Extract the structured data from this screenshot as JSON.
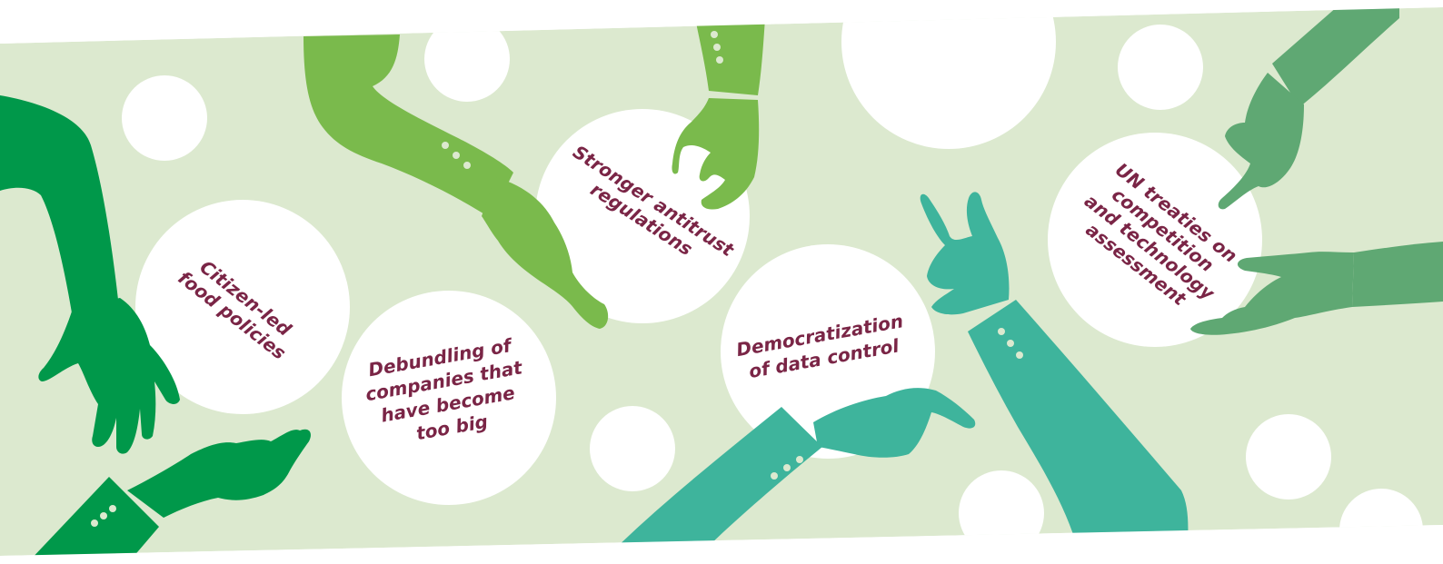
{
  "colors": {
    "background": "#dce9cf",
    "bubble": "#ffffff",
    "text": "#7a2546",
    "arm_dark_green": "#00984a",
    "arm_light_green": "#7aba4c",
    "arm_teal": "#3eb49c",
    "arm_sage": "#5fa873"
  },
  "bubbles": [
    {
      "label_lines": [
        "Citizen-led",
        "food policies"
      ]
    },
    {
      "label_lines": [
        "Debundling of",
        "companies that",
        "have become",
        "too big"
      ]
    },
    {
      "label_lines": [
        "Stronger antitrust",
        "regulations"
      ]
    },
    {
      "label_lines": [
        "Democratization",
        "of data control"
      ]
    },
    {
      "label_lines": [
        "UN treaties on",
        "competition",
        "and technology",
        "assessment"
      ]
    }
  ]
}
